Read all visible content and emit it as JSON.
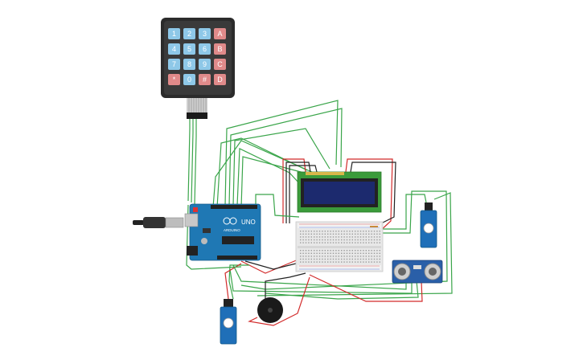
{
  "keypad": {
    "rows": [
      [
        "1",
        "2",
        "3",
        "A"
      ],
      [
        "4",
        "5",
        "6",
        "B"
      ],
      [
        "7",
        "8",
        "9",
        "C"
      ],
      [
        "*",
        "0",
        "#",
        "D"
      ]
    ]
  },
  "arduino": {
    "model_label": "UNO",
    "brand_label": "ARDUINO"
  },
  "colors": {
    "wire_green": "#3aa54a",
    "wire_red": "#d22b2b",
    "wire_black": "#222222",
    "key_blue": "#8ec8e8",
    "key_red": "#e08a8a",
    "arduino_blue": "#1f78b4",
    "lcd_screen": "#1c2a6e",
    "lcd_board": "#3b9b3b"
  }
}
